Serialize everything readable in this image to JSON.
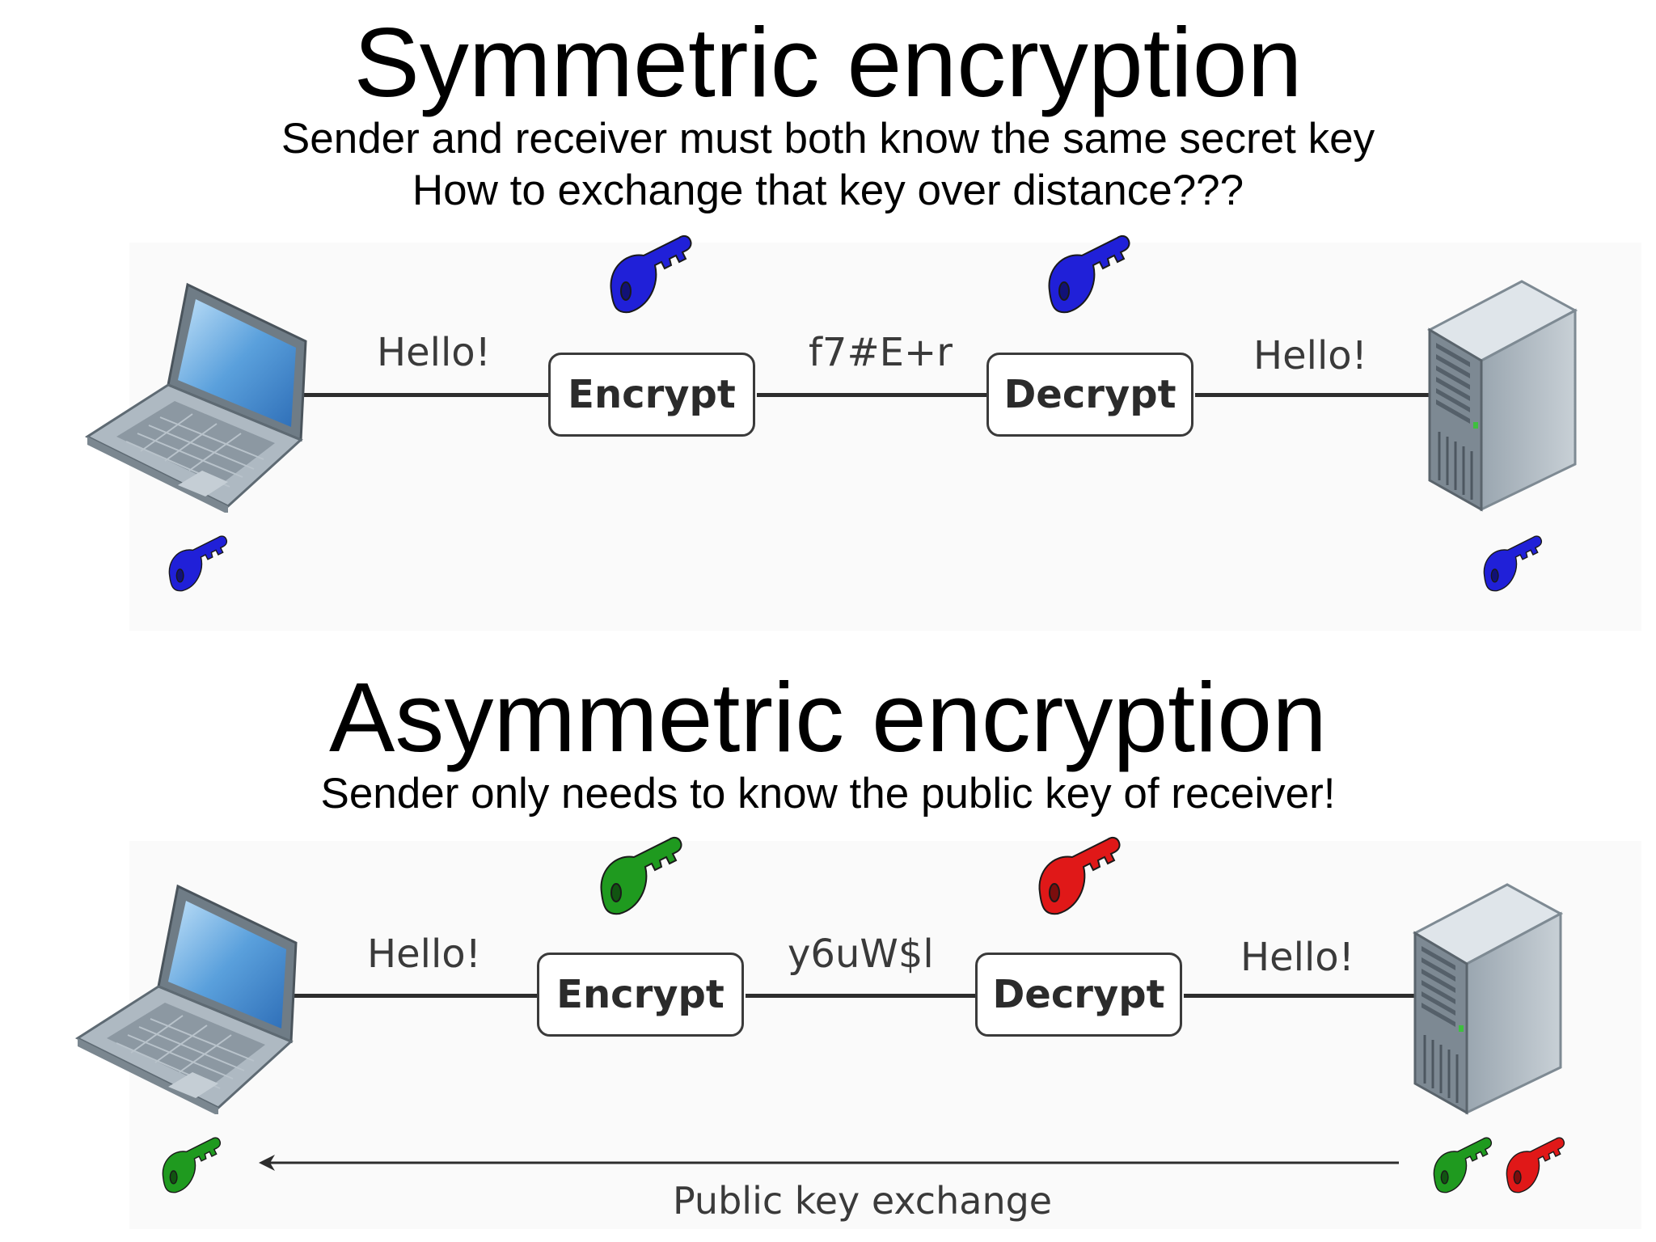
{
  "symmetric": {
    "title": "Symmetric encryption",
    "subtitle_line1": "Sender and receiver must both know the same secret key",
    "subtitle_line2": "How to exchange that key over distance???",
    "plaintext_left": "Hello!",
    "ciphertext": "f7#E+r",
    "plaintext_right": "Hello!",
    "encrypt_label": "Encrypt",
    "decrypt_label": "Decrypt",
    "key_color": "#2020d8"
  },
  "asymmetric": {
    "title": "Asymmetric encryption",
    "subtitle": "Sender only needs to know the public key of receiver!",
    "plaintext_left": "Hello!",
    "ciphertext": "y6uW$l",
    "plaintext_right": "Hello!",
    "encrypt_label": "Encrypt",
    "decrypt_label": "Decrypt",
    "exchange_label": "Public key exchange",
    "public_key_color": "#1f9a1f",
    "private_key_color": "#e01818"
  },
  "icons": [
    "laptop-icon",
    "server-icon",
    "key-icon",
    "arrow-left-icon"
  ]
}
